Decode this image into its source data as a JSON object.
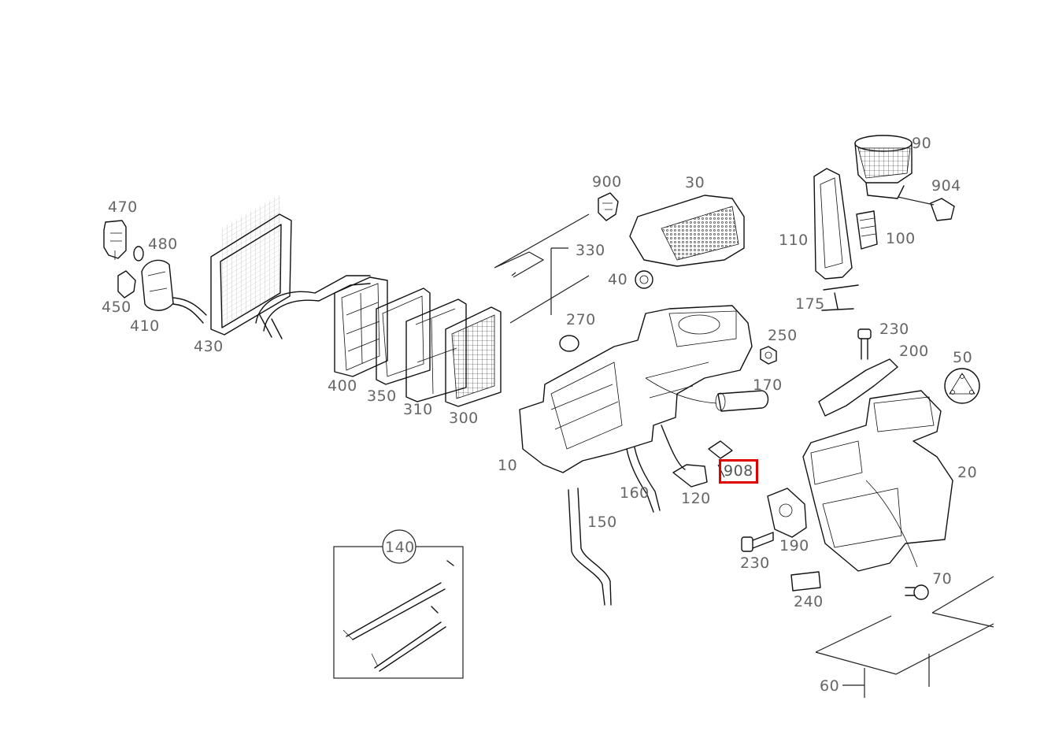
{
  "labels": {
    "p10": "10",
    "p20": "20",
    "p30": "30",
    "p40": "40",
    "p50": "50",
    "p60": "60",
    "p70": "70",
    "p90": "90",
    "p100": "100",
    "p110": "110",
    "p120": "120",
    "p140": "140",
    "p150": "150",
    "p160": "160",
    "p170": "170",
    "p175": "175",
    "p190": "190",
    "p200": "200",
    "p230a": "230",
    "p230b": "230",
    "p240": "240",
    "p250": "250",
    "p270": "270",
    "p300": "300",
    "p310": "310",
    "p330": "330",
    "p350": "350",
    "p400": "400",
    "p410": "410",
    "p430": "430",
    "p450": "450",
    "p470": "470",
    "p480": "480",
    "p900": "900",
    "p904": "904",
    "p908": "908"
  },
  "highlighted_part": "908",
  "colors": {
    "highlight": "#e00000",
    "line": "#111111",
    "label": "#666666"
  }
}
